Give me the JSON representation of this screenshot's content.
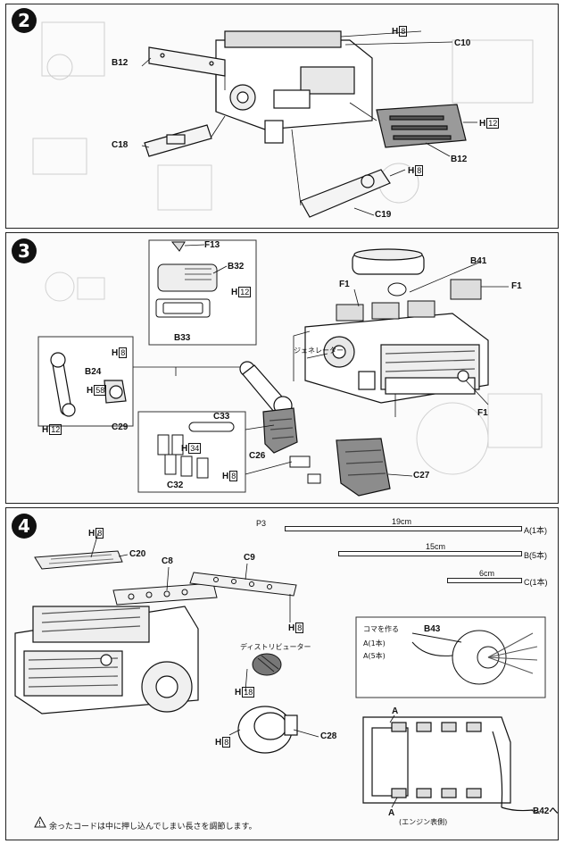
{
  "step2": {
    "number": "2",
    "labels": {
      "b12_left": "B12",
      "c10": "C10",
      "h8_top": "8",
      "c18": "C18",
      "h12_right": "12",
      "b12_right": "B12",
      "h8_mid": "8",
      "c19": "C19"
    },
    "h_prefix": "H"
  },
  "step3": {
    "number": "3",
    "labels": {
      "f13": "F13",
      "b32": "B32",
      "h12_inset": "12",
      "b33": "B33",
      "b41": "B41",
      "f1_a": "F1",
      "f1_b": "F1",
      "f1_c": "F1",
      "h8_left": "8",
      "b24": "B24",
      "h58": "58",
      "h12_left": "12",
      "c29": "C29",
      "c33": "C33",
      "h34": "34",
      "c32": "C32",
      "h8_inset": "8",
      "c26": "C26",
      "c27": "C27"
    },
    "generator": "ジェネレーター"
  },
  "step4": {
    "number": "4",
    "labels": {
      "h8_top": "8",
      "c20": "C20",
      "c8": "C8",
      "c9": "C9",
      "h8_right": "8",
      "h18": "18",
      "h8_bottom": "8",
      "c28": "C28",
      "b43": "B43",
      "a_top": "A",
      "a_bottom": "A",
      "b42": "B42へ"
    },
    "distributor": "ディストリビューター",
    "wires": {
      "part": "P3",
      "a_len": "19cm",
      "a_label": "A(1本)",
      "b_len": "15cm",
      "b_label": "B(5本)",
      "c_len": "6cm",
      "c_label": "C(1本)"
    },
    "coil": {
      "title": "コマを作る",
      "a": "A(1本)",
      "a5": "A(5本)"
    },
    "engine_example": "(エンジン表側)",
    "note": "余ったコードは中に押し込んでしまい長さを調節します。"
  }
}
